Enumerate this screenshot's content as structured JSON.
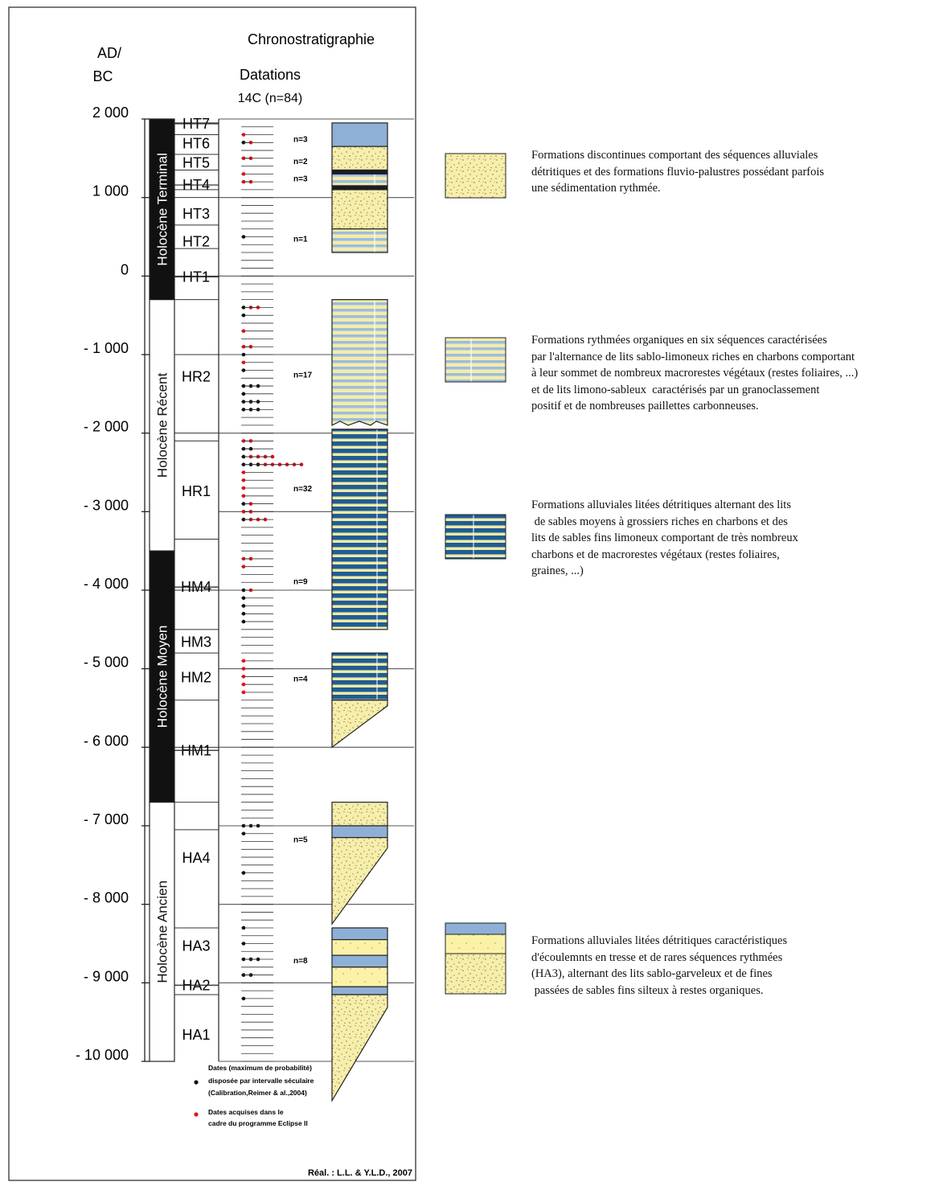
{
  "header": {
    "axis_title_line1": "AD/",
    "axis_title_line2": "BC",
    "chrono_title": "Chronostratigraphie",
    "dating_title_line1": "Datations",
    "dating_title_line2": "14C (n=84)"
  },
  "time_axis": {
    "ticks": [
      {
        "label": "2 000",
        "value": 2000
      },
      {
        "label": "1 000",
        "value": 1000
      },
      {
        "label": "0",
        "value": 0
      },
      {
        "label": "- 1 000",
        "value": -1000
      },
      {
        "label": "- 2 000",
        "value": -2000
      },
      {
        "label": "- 3 000",
        "value": -3000
      },
      {
        "label": "- 4 000",
        "value": -4000
      },
      {
        "label": "- 5 000",
        "value": -5000
      },
      {
        "label": "- 6 000",
        "value": -6000
      },
      {
        "label": "- 7 000",
        "value": -7000
      },
      {
        "label": "- 8 000",
        "value": -8000
      },
      {
        "label": "- 9 000",
        "value": -9000
      },
      {
        "label": "- 10 000",
        "value": -10000
      }
    ]
  },
  "periods": [
    {
      "name": "Holocène Terminal",
      "from": 2000,
      "to": -300,
      "fill": "black"
    },
    {
      "name": "Holocène Récent",
      "from": -300,
      "to": -3500,
      "fill": "white"
    },
    {
      "name": "Holocène Moyen",
      "from": -3500,
      "to": -6700,
      "fill": "black"
    },
    {
      "name": "Holocène Ancien",
      "from": -6700,
      "to": -10000,
      "fill": "white"
    }
  ],
  "phases": [
    {
      "label": "HT7",
      "value": 1950,
      "struck": true
    },
    {
      "label": "HT6",
      "value": 1700,
      "struck": false
    },
    {
      "label": "HT5",
      "value": 1450,
      "struck": false
    },
    {
      "label": "HT4",
      "value": 1170,
      "struck": true
    },
    {
      "label": "HT3",
      "value": 800,
      "struck": false
    },
    {
      "label": "HT2",
      "value": 450,
      "struck": false
    },
    {
      "label": "HT1",
      "value": 0,
      "struck": true
    },
    {
      "label": "HR2",
      "value": -1270,
      "struck": false
    },
    {
      "label": "HR1",
      "value": -2730,
      "struck": false
    },
    {
      "label": "HM4",
      "value": -3950,
      "struck": true
    },
    {
      "label": "HM3",
      "value": -4650,
      "struck": false
    },
    {
      "label": "HM2",
      "value": -5100,
      "struck": false
    },
    {
      "label": "HM1",
      "value": -6030,
      "struck": true
    },
    {
      "label": "HA4",
      "value": -7400,
      "struck": false
    },
    {
      "label": "HA3",
      "value": -8520,
      "struck": false
    },
    {
      "label": "HA2",
      "value": -9020,
      "struck": true
    },
    {
      "label": "HA1",
      "value": -9650,
      "struck": false
    }
  ],
  "counts": [
    {
      "label": "n=3",
      "value": 1750
    },
    {
      "label": "n=2",
      "value": 1470
    },
    {
      "label": "n=3",
      "value": 1250
    },
    {
      "label": "n=1",
      "value": 480
    },
    {
      "label": "n=17",
      "value": -1250
    },
    {
      "label": "n=32",
      "value": -2700
    },
    {
      "label": "n=9",
      "value": -3880
    },
    {
      "label": "n=4",
      "value": -5120
    },
    {
      "label": "n=5",
      "value": -7170
    },
    {
      "label": "n=8",
      "value": -8710
    }
  ],
  "dates": [
    {
      "value": 1800,
      "colors": [
        "red"
      ]
    },
    {
      "value": 1700,
      "colors": [
        "black",
        "red"
      ]
    },
    {
      "value": 1500,
      "colors": [
        "red",
        "red"
      ]
    },
    {
      "value": 1300,
      "colors": [
        "red"
      ]
    },
    {
      "value": 1200,
      "colors": [
        "red",
        "red"
      ]
    },
    {
      "value": 500,
      "colors": [
        "black"
      ]
    },
    {
      "value": -400,
      "colors": [
        "black",
        "red",
        "red"
      ]
    },
    {
      "value": -500,
      "colors": [
        "black"
      ]
    },
    {
      "value": -700,
      "colors": [
        "red"
      ]
    },
    {
      "value": -900,
      "colors": [
        "red",
        "red"
      ]
    },
    {
      "value": -1000,
      "colors": [
        "black"
      ]
    },
    {
      "value": -1100,
      "colors": [
        "red"
      ]
    },
    {
      "value": -1200,
      "colors": [
        "black"
      ]
    },
    {
      "value": -1400,
      "colors": [
        "black",
        "black",
        "black"
      ]
    },
    {
      "value": -1500,
      "colors": [
        "black"
      ]
    },
    {
      "value": -1600,
      "colors": [
        "black",
        "black",
        "black"
      ]
    },
    {
      "value": -1700,
      "colors": [
        "black",
        "black",
        "black"
      ]
    },
    {
      "value": -2100,
      "colors": [
        "red",
        "red"
      ]
    },
    {
      "value": -2200,
      "colors": [
        "black",
        "black"
      ]
    },
    {
      "value": -2300,
      "colors": [
        "black",
        "red",
        "red",
        "red",
        "red"
      ]
    },
    {
      "value": -2400,
      "colors": [
        "black",
        "black",
        "black",
        "red",
        "red",
        "red",
        "red",
        "red",
        "red"
      ]
    },
    {
      "value": -2500,
      "colors": [
        "red"
      ]
    },
    {
      "value": -2600,
      "colors": [
        "red"
      ]
    },
    {
      "value": -2700,
      "colors": [
        "red"
      ]
    },
    {
      "value": -2800,
      "colors": [
        "red"
      ]
    },
    {
      "value": -2900,
      "colors": [
        "black",
        "red"
      ]
    },
    {
      "value": -3000,
      "colors": [
        "red",
        "red"
      ]
    },
    {
      "value": -3100,
      "colors": [
        "black",
        "red",
        "red",
        "red"
      ]
    },
    {
      "value": -3600,
      "colors": [
        "red",
        "red"
      ]
    },
    {
      "value": -3700,
      "colors": [
        "red"
      ]
    },
    {
      "value": -4000,
      "colors": [
        "black",
        "red"
      ]
    },
    {
      "value": -4100,
      "colors": [
        "black"
      ]
    },
    {
      "value": -4200,
      "colors": [
        "black"
      ]
    },
    {
      "value": -4300,
      "colors": [
        "black"
      ]
    },
    {
      "value": -4400,
      "colors": [
        "black"
      ]
    },
    {
      "value": -4900,
      "colors": [
        "red"
      ]
    },
    {
      "value": -5000,
      "colors": [
        "red"
      ]
    },
    {
      "value": -5100,
      "colors": [
        "red"
      ]
    },
    {
      "value": -5200,
      "colors": [
        "red"
      ]
    },
    {
      "value": -5300,
      "colors": [
        "red"
      ]
    },
    {
      "value": -7000,
      "colors": [
        "black",
        "black",
        "black"
      ]
    },
    {
      "value": -7100,
      "colors": [
        "black"
      ]
    },
    {
      "value": -7600,
      "colors": [
        "black"
      ]
    },
    {
      "value": -8300,
      "colors": [
        "black"
      ]
    },
    {
      "value": -8500,
      "colors": [
        "black"
      ]
    },
    {
      "value": -8700,
      "colors": [
        "black",
        "black",
        "black"
      ]
    },
    {
      "value": -8900,
      "colors": [
        "black",
        "black"
      ]
    },
    {
      "value": -9200,
      "colors": [
        "black"
      ]
    }
  ],
  "lithology": [
    {
      "from": 1950,
      "to": 1650,
      "pattern": "blue"
    },
    {
      "from": 1650,
      "to": 1350,
      "pattern": "sand"
    },
    {
      "from": 1350,
      "to": 1300,
      "pattern": "dark-band"
    },
    {
      "from": 1300,
      "to": 1150,
      "pattern": "rhythm"
    },
    {
      "from": 1150,
      "to": 1100,
      "pattern": "dark-band"
    },
    {
      "from": 1100,
      "to": 600,
      "pattern": "sand"
    },
    {
      "from": 600,
      "to": 300,
      "pattern": "rhythm"
    },
    {
      "from": -300,
      "to": -1900,
      "pattern": "rhythm",
      "wavy_bottom": true
    },
    {
      "from": -1950,
      "to": -4500,
      "pattern": "blue-stripe"
    },
    {
      "from": -4800,
      "to": -5400,
      "pattern": "blue-stripe"
    },
    {
      "from": -5400,
      "to": -6000,
      "pattern": "sand",
      "wedge": true
    },
    {
      "from": -6700,
      "to": -7000,
      "pattern": "sand"
    },
    {
      "from": -7000,
      "to": -7150,
      "pattern": "blue"
    },
    {
      "from": -7150,
      "to": -8250,
      "pattern": "sand",
      "wedge": true
    },
    {
      "from": -8300,
      "to": -8450,
      "pattern": "blue"
    },
    {
      "from": -8450,
      "to": -8650,
      "pattern": "yellow-dots"
    },
    {
      "from": -8650,
      "to": -8800,
      "pattern": "blue"
    },
    {
      "from": -8800,
      "to": -9050,
      "pattern": "yellow-dots"
    },
    {
      "from": -9050,
      "to": -9150,
      "pattern": "blue"
    },
    {
      "from": -9150,
      "to": -10500,
      "pattern": "sand",
      "wedge": true
    }
  ],
  "bottom_legend": {
    "black_line1": "Dates (maximum de probabilité)",
    "black_line2": "disposée par intervalle séculaire",
    "black_line3": "(Calibration,Reimer & al.,2004)",
    "red_line1": "Dates acquises dans le",
    "red_line2": "cadre du programme Eclipse II"
  },
  "credit": "Réal. : L.L. & Y.L.D., 2007",
  "legend": [
    {
      "pattern": "sand",
      "lines": [
        "Formations discontinues comportant des séquences alluviales",
        "détritiques et des formations fluvio-palustres possédant parfois",
        "une sédimentation rythmée."
      ]
    },
    {
      "pattern": "rhythm",
      "lines": [
        "Formations rythmées organiques en six séquences caractérisées",
        "par l'alternance de lits sablo-limoneux riches en charbons comportant",
        "à leur sommet de nombreux macrorestes végétaux (restes foliaires, ...)",
        "et de lits limono-sableux  caractérisés par un granoclassement",
        "positif et de nombreuses paillettes carbonneuses."
      ]
    },
    {
      "pattern": "blue-stripe",
      "lines": [
        "Formations alluviales litées détritiques alternant des lits",
        " de sables moyens à grossiers riches en charbons et des",
        "lits de sables fins limoneux comportant de très nombreux",
        "charbons et de macrorestes végétaux (restes foliaires,",
        "graines, ...)"
      ]
    },
    {
      "pattern": "multi",
      "lines": [
        "Formations alluviales litées détritiques caractéristiques",
        "d'écoulemnts en tresse et de rares séquences rythmées",
        "(HA3), alternant des lits sablo-garveleux et de fines",
        " passées de sables fins silteux à restes organiques."
      ]
    }
  ],
  "colors": {
    "sand": "#f6eeaa",
    "sand_dot": "#6b6b4a",
    "blue": "#8fb0d6",
    "dark_blue": "#1f5d94",
    "stripe_light": "#f1eaa6",
    "rhythm_blue": "#9cbde0",
    "red_dot": "#e0121b",
    "black_dot": "#111111"
  }
}
